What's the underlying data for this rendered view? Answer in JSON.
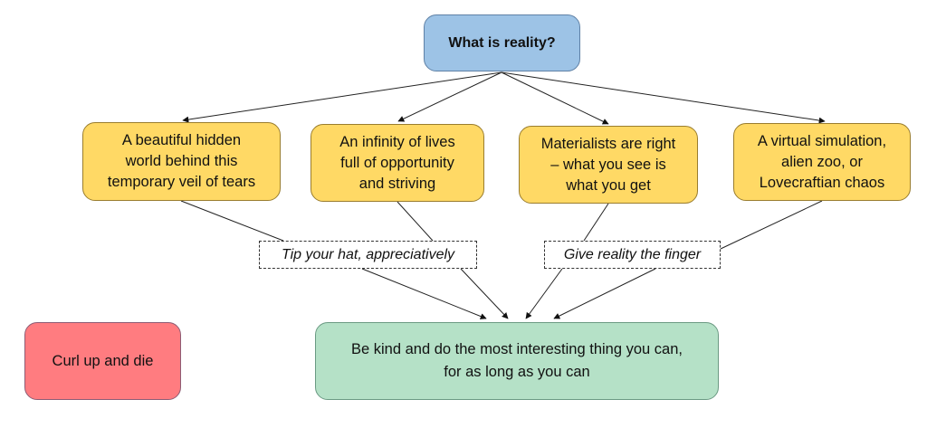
{
  "root": {
    "label": "What is reality?"
  },
  "options": [
    {
      "label": "A beautiful hidden\nworld behind this\ntemporary veil of tears"
    },
    {
      "label": "An infinity of lives\nfull of opportunity\nand striving"
    },
    {
      "label": "Materialists are right\n– what you see is\nwhat you get"
    },
    {
      "label": "A virtual simulation,\nalien zoo, or\nLovecraftian chaos"
    }
  ],
  "responses": [
    {
      "label": "Tip your hat, appreciatively"
    },
    {
      "label": "Give reality the finger"
    }
  ],
  "outcome": {
    "label": "Be kind and do the most interesting thing you can,\nfor as long as you can"
  },
  "alternative": {
    "label": "Curl up and die"
  },
  "colors": {
    "root": "#9dc3e6",
    "option": "#ffd965",
    "outcome": "#b5e1c7",
    "alternative": "#ff7c80",
    "edge": "#222222"
  }
}
